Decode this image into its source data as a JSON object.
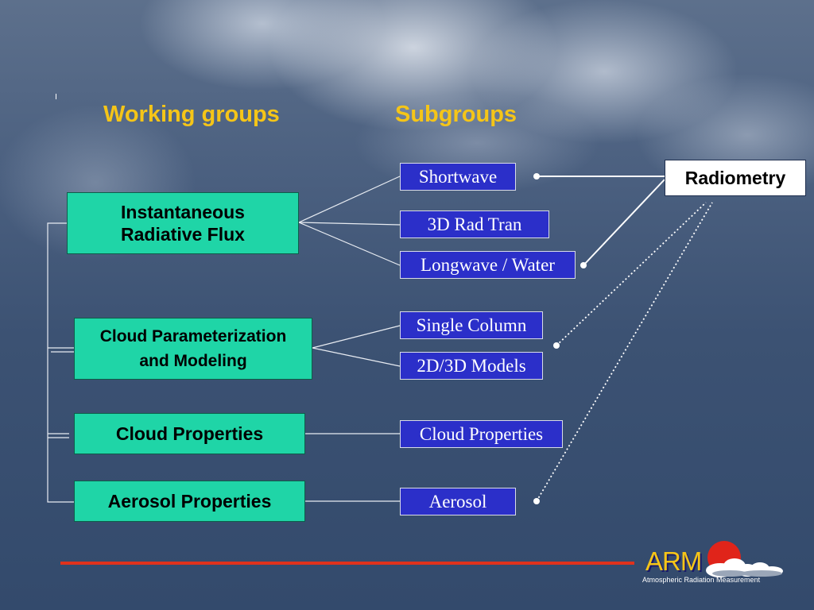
{
  "headers": {
    "working_groups": "Working groups",
    "subgroups": "Subgroups"
  },
  "working_groups": [
    {
      "line1": "Instantaneous",
      "line2": "Radiative Flux"
    },
    {
      "line1": "Cloud Parameterization",
      "line2": "and Modeling"
    },
    {
      "line1": "Cloud Properties"
    },
    {
      "line1": "Aerosol Properties"
    }
  ],
  "subgroups": [
    "Shortwave",
    "3D Rad Tran",
    "Longwave / Water",
    "Single Column",
    "2D/3D Models",
    "Cloud Properties",
    "Aerosol"
  ],
  "radiometry": "Radiometry",
  "logo": {
    "acronym": "ARM",
    "name": "Atmospheric Radiation Measurement"
  },
  "colors": {
    "header_text": "#f5c518",
    "working_group_fill": "#1fd5a7",
    "subgroup_fill": "#2b2fc9",
    "divider_line": "#e0321c"
  }
}
